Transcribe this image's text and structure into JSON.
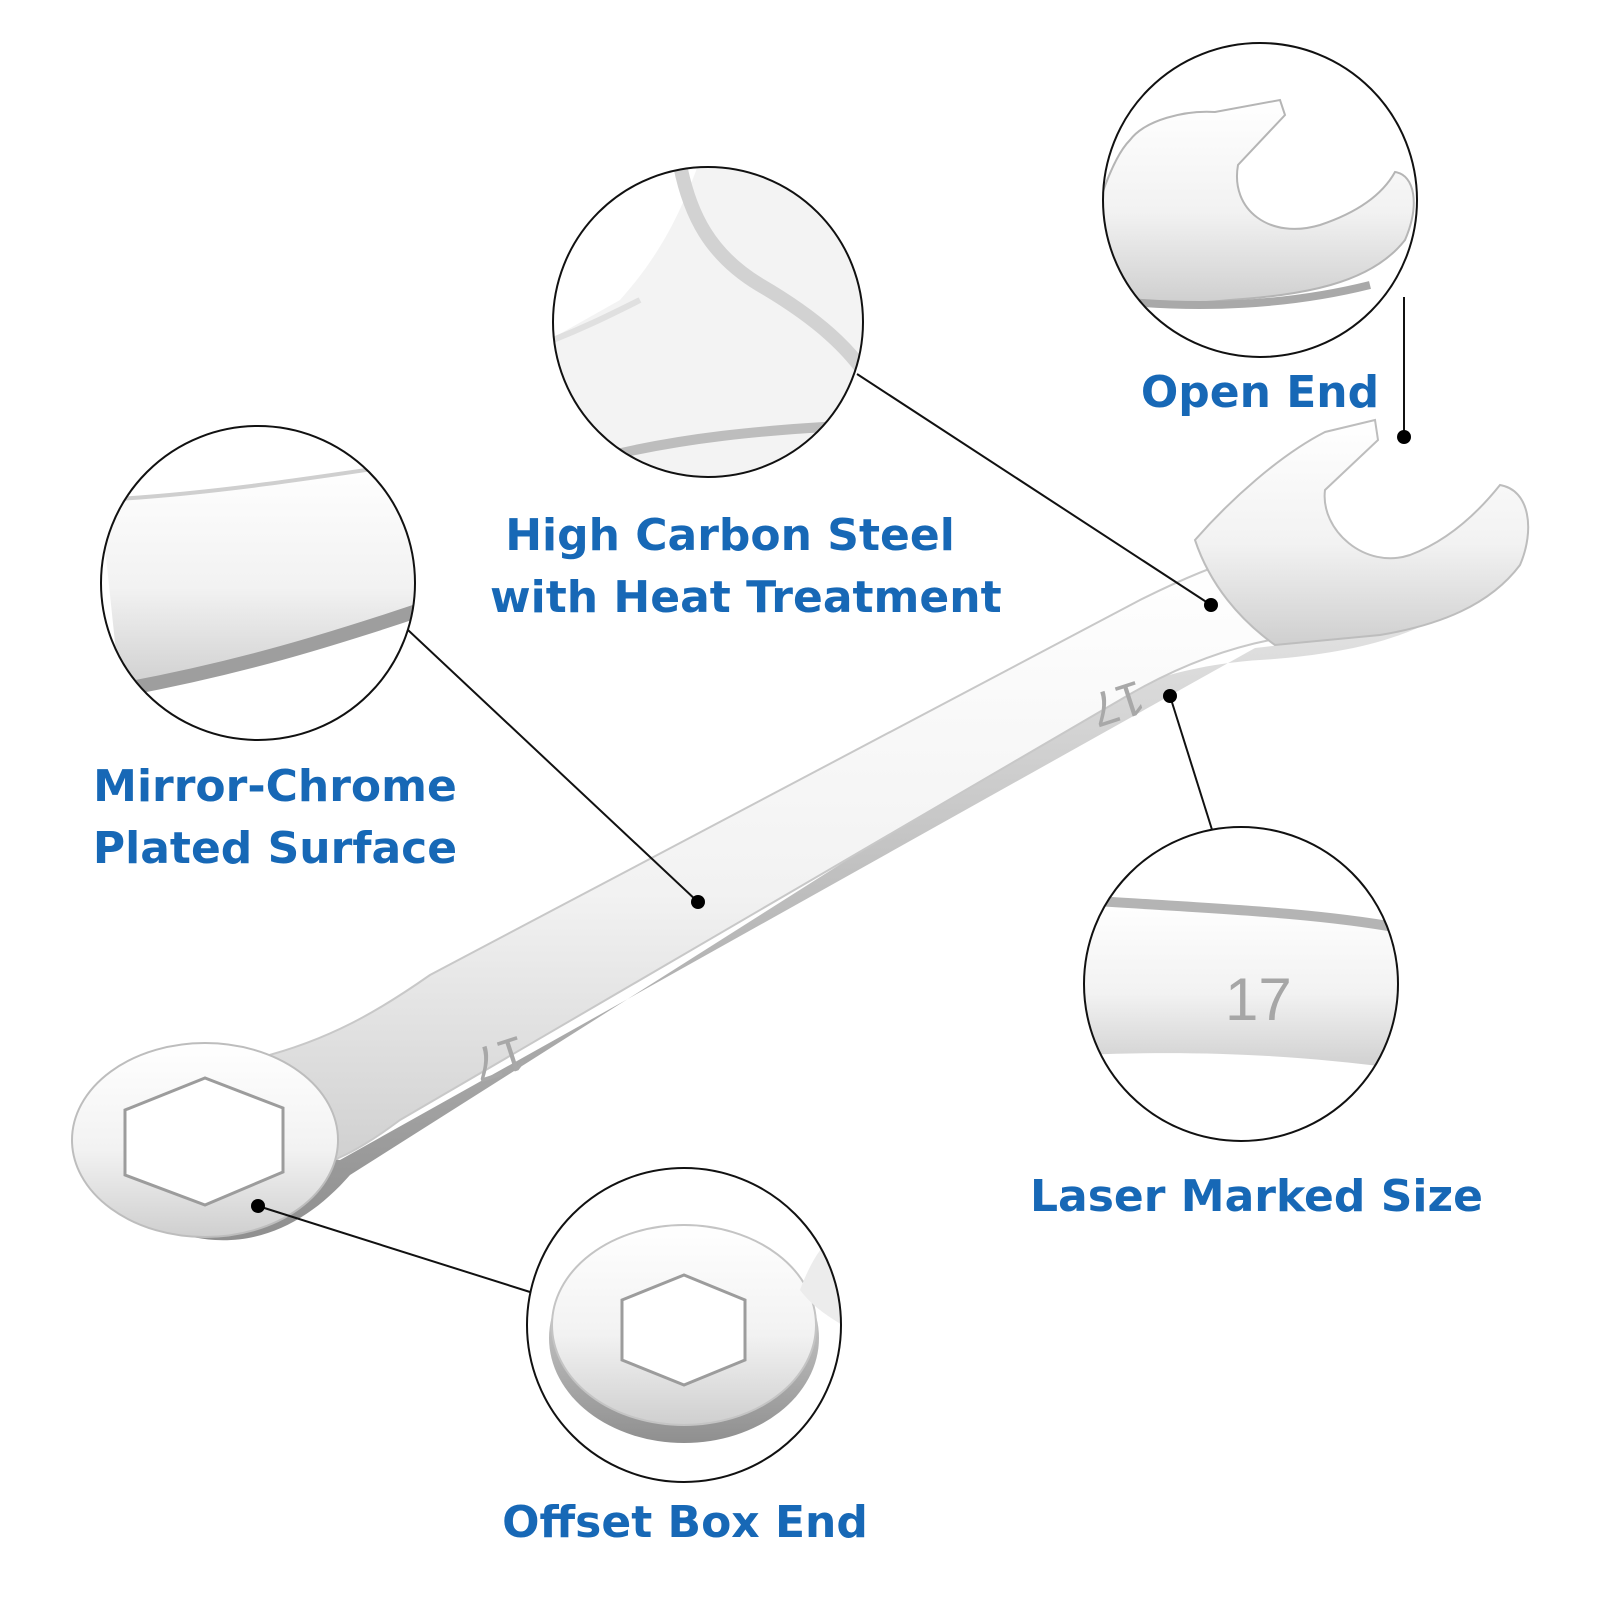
{
  "colors": {
    "label_blue": "#1768b6",
    "callout_line": "#111111",
    "steel_light": "#f4f4f4",
    "steel_mid": "#d9d9d9",
    "steel_dark": "#9a9a9a"
  },
  "wrench": {
    "size_marking": "17"
  },
  "features": {
    "open_end": {
      "lines": [
        "Open End"
      ]
    },
    "high_carbon_steel": {
      "lines": [
        "High Carbon Steel",
        "with Heat Treatment"
      ]
    },
    "mirror_chrome": {
      "lines": [
        "Mirror-Chrome",
        "Plated Surface"
      ]
    },
    "laser_marked_size": {
      "lines": [
        "Laser Marked Size"
      ]
    },
    "offset_box_end": {
      "lines": [
        "Offset Box End"
      ]
    }
  }
}
